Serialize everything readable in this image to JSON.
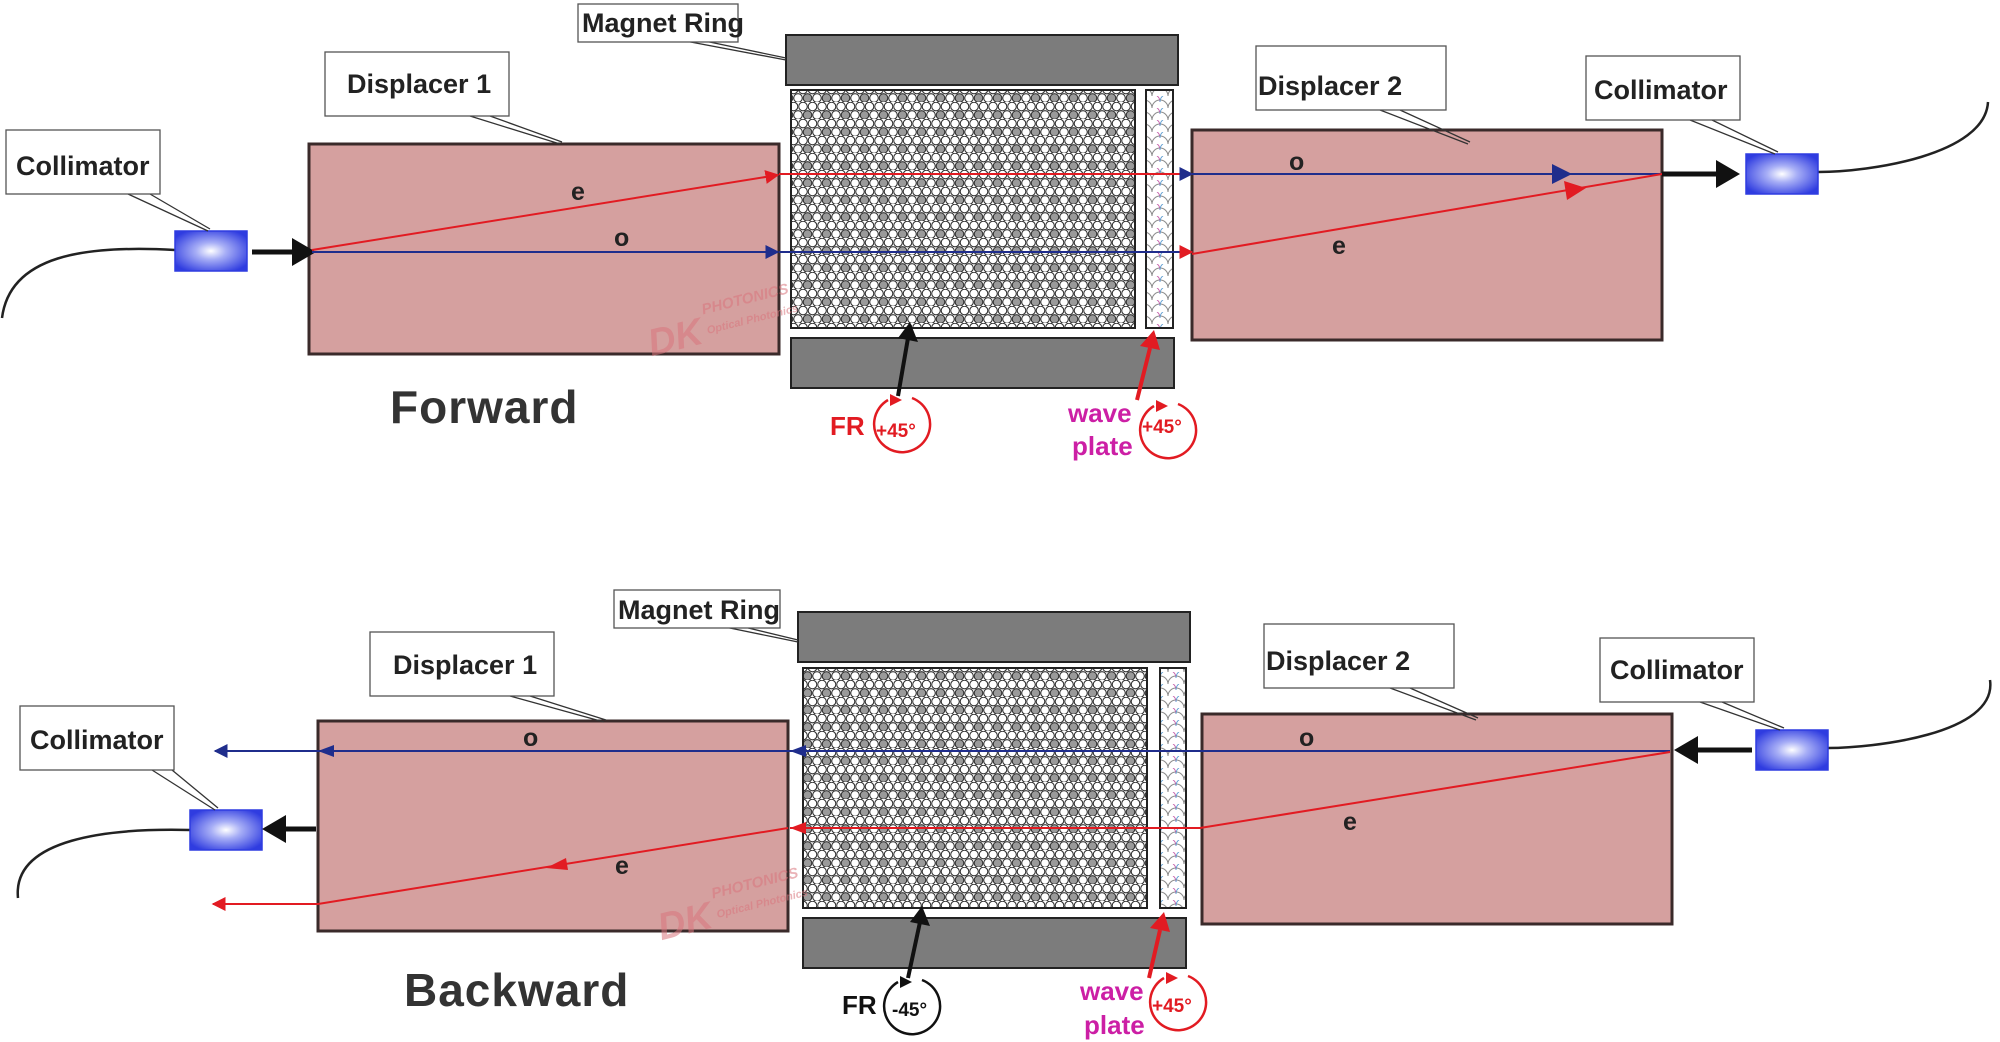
{
  "forward": {
    "title": "Forward",
    "magnet_ring_label": "Magnet Ring",
    "displacer1_label": "Displacer 1",
    "displacer2_label": "Displacer 2",
    "collimator_in_label": "Collimator",
    "collimator_out_label": "Collimator",
    "ray_labels": {
      "e1": "e",
      "o1": "o",
      "o2": "o",
      "e2": "e"
    },
    "fr_label": "FR",
    "fr_angle": "+45°",
    "waveplate_line1": "wave",
    "waveplate_line2": "plate",
    "waveplate_angle": "+45°"
  },
  "backward": {
    "title": "Backward",
    "magnet_ring_label": "Magnet Ring",
    "displacer1_label": "Displacer 1",
    "displacer2_label": "Displacer 2",
    "collimator_in_label": "Collimator",
    "collimator_out_label": "Collimator",
    "ray_labels": {
      "o1": "o",
      "e1": "e",
      "o2": "o",
      "e2": "e"
    },
    "fr_label": "FR",
    "fr_angle": "-45°",
    "waveplate_line1": "wave",
    "waveplate_line2": "plate",
    "waveplate_angle": "+45°"
  },
  "watermark": {
    "main": "DK",
    "sub": "PHOTONICS",
    "tag": "Optical Photonics"
  },
  "colors": {
    "displacer_fill": "#d5a09f",
    "magnet_fill": "#7c7c7c",
    "ray_red": "#e21b22",
    "ray_blue": "#1f2d8c",
    "collimator": "#2f3ce0",
    "magenta_text": "#cc1fa5"
  }
}
